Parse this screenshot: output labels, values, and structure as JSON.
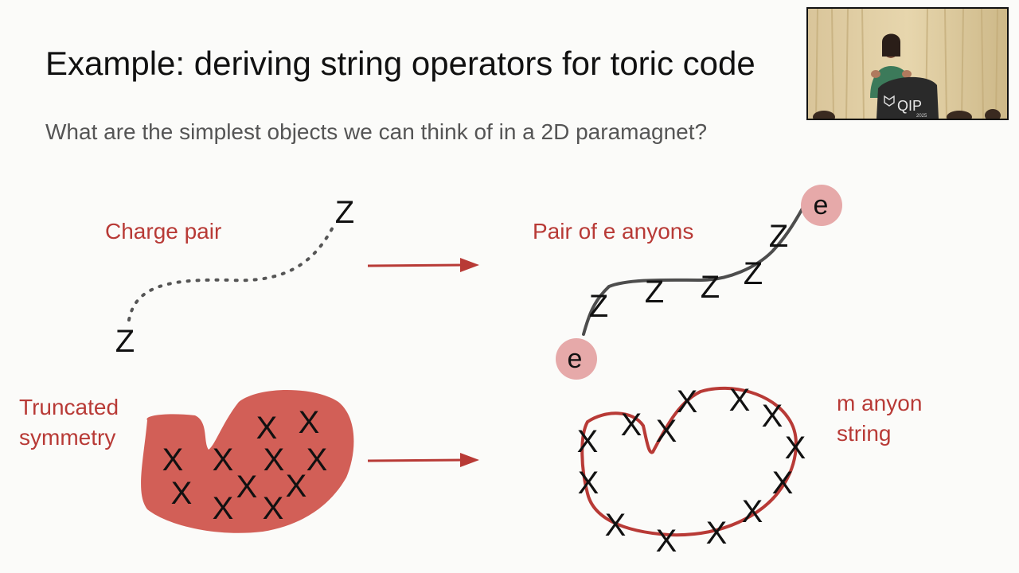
{
  "slide": {
    "title": "Example: deriving string operators for toric code",
    "subtitle": "What are the simplest objects we can think of in a 2D paramagnet?"
  },
  "labels": {
    "charge_pair": "Charge pair",
    "pair_of_e_anyons": "Pair of e anyons",
    "truncated_symmetry_line1": "Truncated",
    "truncated_symmetry_line2": "symmetry",
    "m_anyon_line1": "m anyon",
    "m_anyon_line2": "string"
  },
  "symbols": {
    "z": "Z",
    "x": "X",
    "e": "e"
  },
  "speaker_inset": {
    "logo": "QIP",
    "year": "2025"
  },
  "colors": {
    "accent_red": "#b83a36",
    "blob_fill": "#d25f57",
    "string_gray": "#4d4d4d",
    "e_circle": "#e6a9a9",
    "text_dark": "#111111",
    "subtitle_gray": "#555555"
  }
}
